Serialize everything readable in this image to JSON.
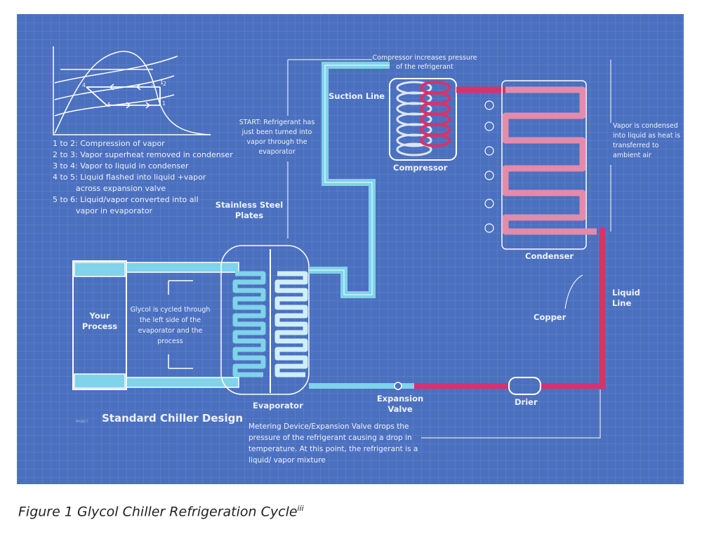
{
  "chart_legend": [
    "1 to 2: Compression of vapor",
    "2 to 3: Vapor superheat removed in condenser",
    "3 to 4: Vapor to liquid in condenser",
    "4 to 5: Liquid flashed into liquid +vapor",
    "across expansion valve",
    "5 to 6: Liquid/vapor converted into all",
    "vapor in evaporator"
  ],
  "point_labels": [
    "1",
    "2",
    "3",
    "4",
    "5"
  ],
  "labels": {
    "compressor_note": "Compressor increases pressure of the refrigerant",
    "suction_line": "Suction Line",
    "start_note": "START: Refrigerant has just been turned into vapor through the evaporator",
    "compressor": "Compressor",
    "condenser_note": "Vapor is condensed into liquid as heat is transferred to ambient air",
    "stainless": "Stainless Steel Plates",
    "condenser": "Condenser",
    "liquid_line": "Liquid Line",
    "copper": "Copper",
    "your_process": "Your Process",
    "glycol_note": "Glycol is cycled through the left side of the evaporator and the process",
    "evaporator": "Evaporator",
    "expansion_valve": "Expansion Valve",
    "drier": "Drier",
    "project_tag": "PROJECT",
    "design_title": "Standard Chiller Design",
    "metering_note": "Metering Device/Expansion Valve drops the pressure of the refrigerant causing a drop in temperature. At this point, the refrigerant is a liquid/ vapor mixture"
  },
  "caption": "Figure 1 Glycol Chiller Refrigeration Cycle",
  "caption_sup": "iii",
  "colors": {
    "background": "#4b70bf",
    "cold_pipe": "#7fd3ea",
    "hot_pipe": "#d6336a",
    "line": "#ffffff"
  }
}
